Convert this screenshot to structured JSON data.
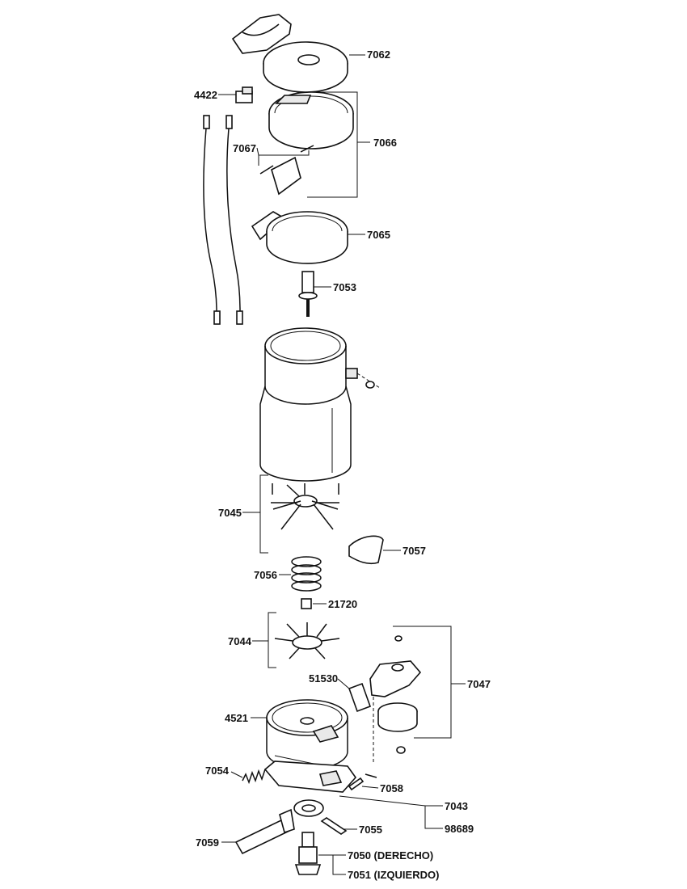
{
  "labels": {
    "p7062": "7062",
    "p4422": "4422",
    "p7066": "7066",
    "p7067": "7067",
    "p7065": "7065",
    "p7053": "7053",
    "p7045": "7045",
    "p7057": "7057",
    "p7056": "7056",
    "p21720": "21720",
    "p7044": "7044",
    "p51530": "51530",
    "p7047": "7047",
    "p4521": "4521",
    "p7054": "7054",
    "p7058": "7058",
    "p7043": "7043",
    "p98689": "98689",
    "p7055": "7055",
    "p7059": "7059",
    "p7050": "7050 (DERECHO)",
    "p7051": "7051 (IZQUIERDO)"
  }
}
